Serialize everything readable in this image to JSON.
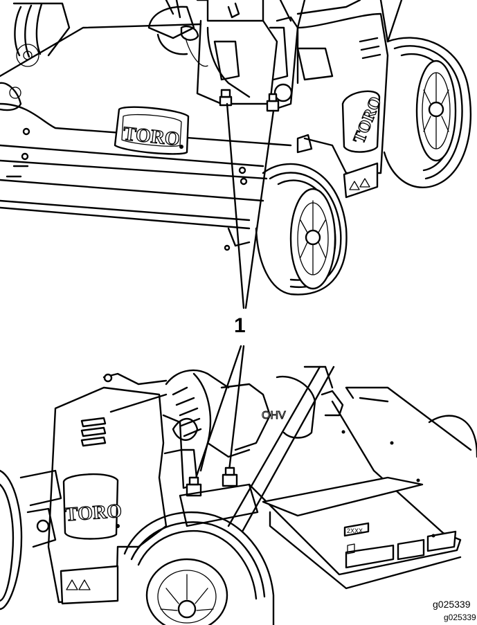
{
  "figure": {
    "callout": "1",
    "figure_id_primary": "g025339",
    "figure_id_secondary": "g025339",
    "brand_top": "TORO",
    "brand_top_rear": "TORO",
    "brand_bottom": "TORO",
    "engine_marking": "OHV",
    "model_plate": "2XXX"
  },
  "colors": {
    "line": "#000000",
    "background": "#ffffff"
  }
}
